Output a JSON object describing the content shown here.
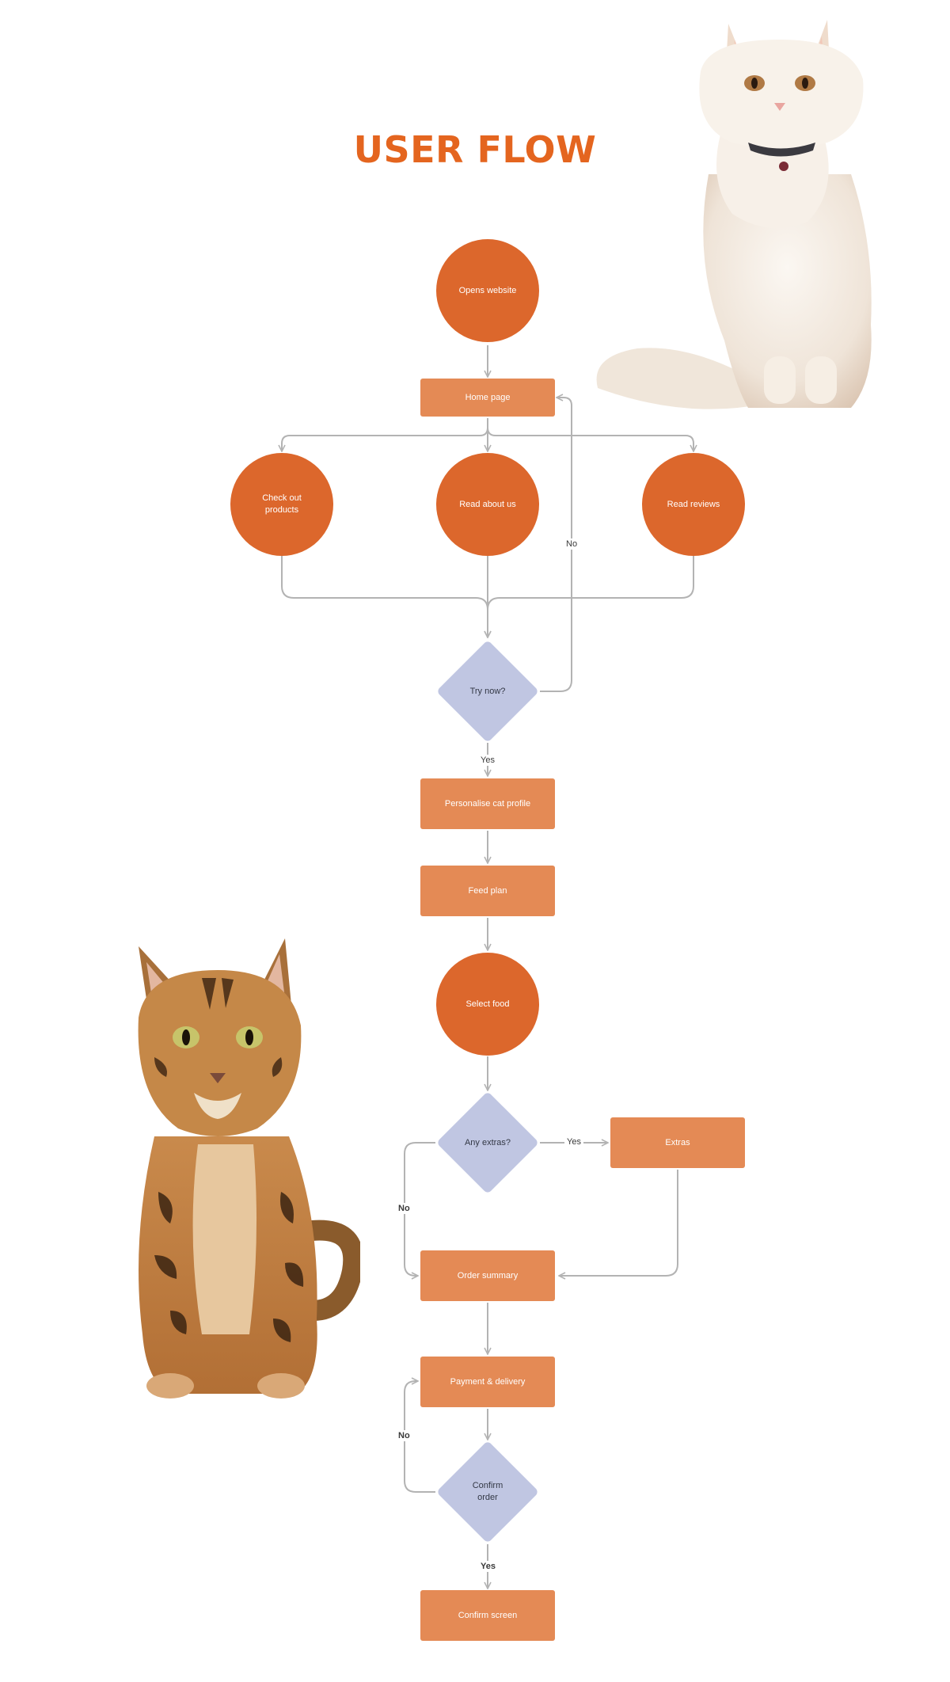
{
  "title": "USER FLOW",
  "nodes": {
    "opens_website": "Opens website",
    "home_page": "Home page",
    "check_out_products": "Check out\nproducts",
    "read_about_us": "Read about us",
    "read_reviews": "Read reviews",
    "try_now": "Try now?",
    "personalise_cat_profile": "Personalise cat profile",
    "feed_plan": "Feed plan",
    "select_food": "Select food",
    "any_extras": "Any extras?",
    "extras": "Extras",
    "order_summary": "Order summary",
    "payment_delivery": "Payment & delivery",
    "confirm_order": "Confirm\norder",
    "confirm_screen": "Confirm screen"
  },
  "edge_labels": {
    "try_no": "No",
    "try_yes": "Yes",
    "extras_yes": "Yes",
    "extras_no": "No",
    "confirm_no": "No",
    "confirm_yes": "Yes"
  },
  "colors": {
    "title": "#e4651f",
    "circle": "#dc672c",
    "rect": "#e48a55",
    "diamond": "#c0c6e2",
    "connector": "#b3b3b3"
  },
  "images": [
    "white-cat-photo",
    "bengal-cat-photo"
  ]
}
